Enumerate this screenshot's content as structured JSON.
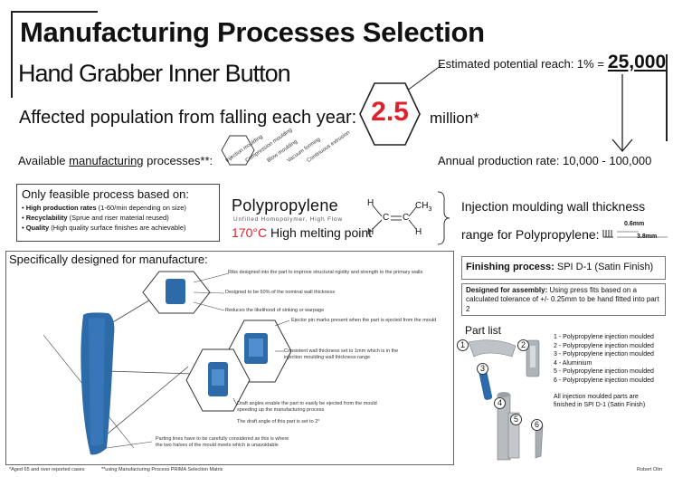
{
  "title": "Manufacturing Processes Selection",
  "subtitle": "Hand Grabber Inner Button",
  "reach": {
    "label": "Estimated potential reach: 1% =",
    "value": "25,000"
  },
  "affected": {
    "label": "Affected population from falling each year:",
    "value": "2.5",
    "unit": "million*"
  },
  "available": {
    "prefix": "Available",
    "keyword": "manufacturing",
    "suffix": "processes**:",
    "processes": [
      "Injection moulding",
      "Compression moulding",
      "Blow moulding",
      "Vacuum forming",
      "Continuous extrusion"
    ]
  },
  "annual": "Annual production rate: 10,000 - 100,000",
  "feasible": {
    "heading": "Only feasible process based on:",
    "items": [
      {
        "bold": "High production rates",
        "rest": " (1-60/min depending on size)"
      },
      {
        "bold": "Recyclability",
        "rest": " (Sprue and riser material reused)"
      },
      {
        "bold": "Quality",
        "rest": " (High quality surface finishes are achievable)"
      }
    ]
  },
  "material": {
    "name": "Polypropylene",
    "sub": "Unfilled Homopolymer, High Flow",
    "temp": "170°C",
    "temp_label": "High melting point",
    "formula": {
      "h": "H",
      "c": "C",
      "ch": "CH",
      "sub3": "3"
    }
  },
  "wall": {
    "title": "Injection moulding wall thickness",
    "range_label": "range for Polypropylene:",
    "min": "0.6mm",
    "max": "3.8mm"
  },
  "design": {
    "heading": "Specifically designed for manufacture:",
    "notes": {
      "ribs": "Ribs designed into the part to improve structural rigidity and strength to the primary walls",
      "sixty": "Designed to be 60% of the nominal wall thickness",
      "sinking": "Reduces the likelihood of sinking or warpage",
      "ejector": "Ejector pin marks present when the part is ejected from the mould",
      "wall1": "Consistent wall thickness set to 1mm which is in the",
      "wall2": "injection moulding wall thickness range",
      "draft1": "Draft angles enable the part to easily be ejected from the mould",
      "draft2": "speeding up the manufacturing process",
      "draft3": "The draft angle of this part is set to 2°",
      "parting1": "Parting lines have to be carefully considered as this is where",
      "parting2": "the two halves of the mould meets which is unavoidable"
    }
  },
  "finishing": {
    "label": "Finishing process:",
    "value": "SPI D-1 (Satin Finish)"
  },
  "assembly": {
    "label": "Designed for assembly:",
    "text": "Using press fits based on a calculated tolerance of +/- 0.25mm to be hand fitted into part 2"
  },
  "parts": {
    "heading": "Part list",
    "items": [
      "1 - Polypropylene injection moulded",
      "2 - Polypropylene injection moulded",
      "3 - Polypropylene injection moulded",
      "4 - Aluminium",
      "5 - Polypropylene injection moulded",
      "6 - Polypropylene injection moulded"
    ],
    "footer": "All injection moulded parts are finished in SPI D-1 (Satin Finish)",
    "numbers": [
      "1",
      "2",
      "3",
      "4",
      "5",
      "6"
    ]
  },
  "footnotes": {
    "aged": "*Aged 65 and over reported cases",
    "prima": "**using Manufacturing Process PRIMA Selection Matrix",
    "author": "Robert Olm"
  },
  "colors": {
    "accent": "#e0202a",
    "part_blue": "#2d6aa8"
  }
}
